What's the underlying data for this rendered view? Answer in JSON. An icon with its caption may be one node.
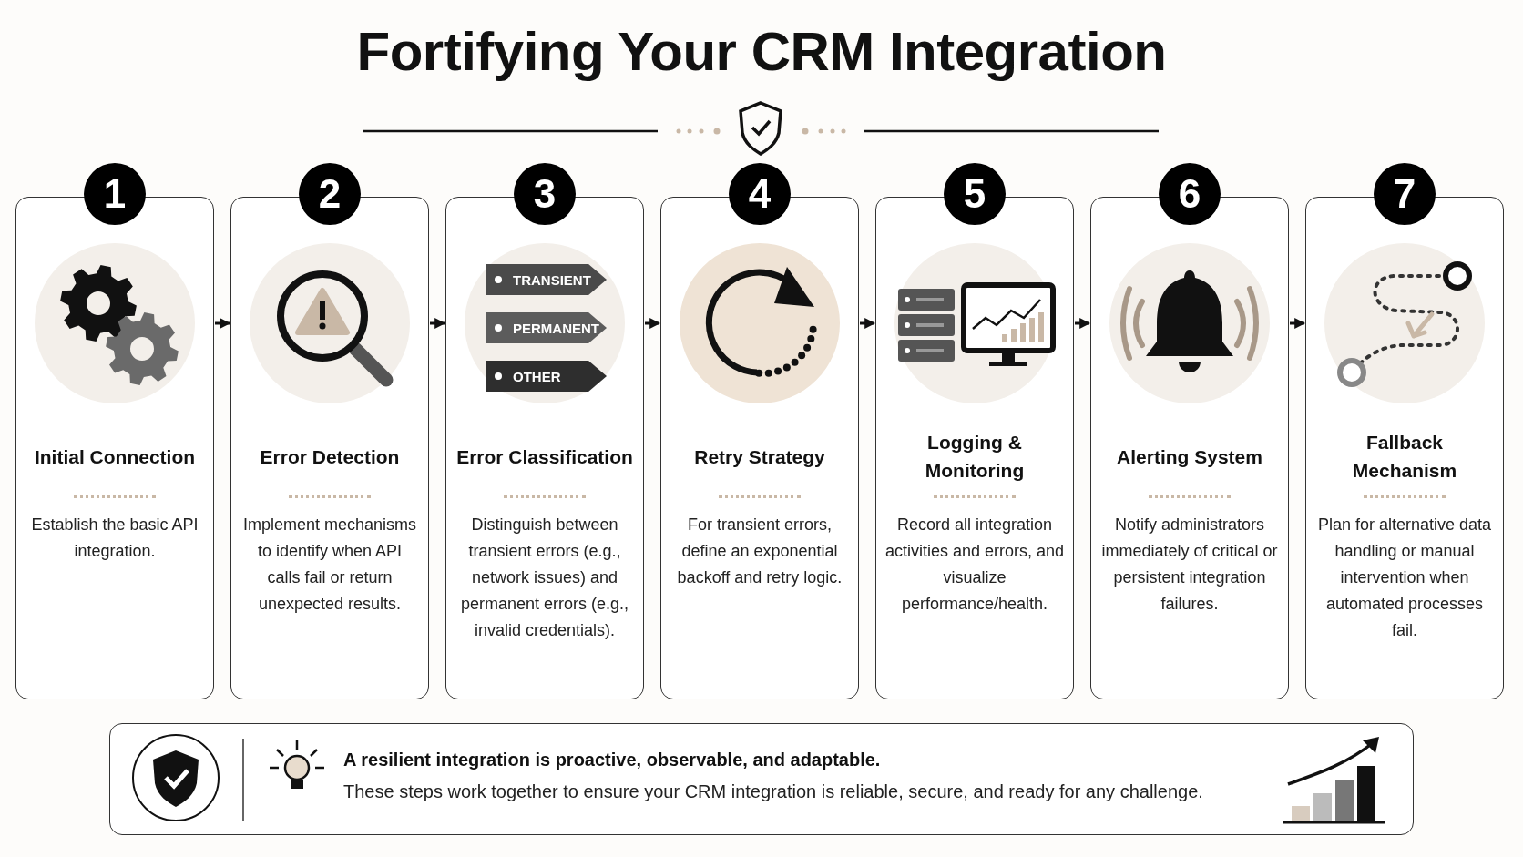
{
  "diagram": {
    "title": "Fortifying Your CRM Integration",
    "nodes": [
      {
        "text": [
          "1",
          "Initial Connection",
          "Establish the basic API integration."
        ]
      },
      {
        "text": [
          "2",
          "Error Detection",
          "Implement mechanisms to identify when API calls fail or return unexpected results."
        ]
      },
      {
        "text": [
          "3",
          "Error Classification",
          "Distinguish between transient errors (e.g., network issues) and permanent errors (e.g., invalid credentials)."
        ]
      },
      {
        "text": [
          "4",
          "Retry Strategy",
          "For transient errors, define an exponential backoff and retry logic."
        ]
      },
      {
        "text": [
          "5",
          "Logging & Monitoring",
          "Record all integration activities and errors, and visualize performance/health."
        ]
      },
      {
        "text": [
          "6",
          "Alerting System",
          "Notify administrators immediately of critical or persistent integration failures."
        ]
      },
      {
        "text": [
          "7",
          "Fallback Mechanism",
          "Plan for alternative data handling or manual intervention when automated processes fail."
        ]
      },
      {
        "text": [
          "TRANSIENT"
        ],
        "in": 2
      },
      {
        "text": [
          "PERMANENT"
        ],
        "in": 2
      },
      {
        "text": [
          "OTHER"
        ],
        "in": 2
      },
      {
        "text": [
          "A resilient integration is proactive, observable, and adaptable.",
          "These steps work together to ensure your CRM integration is reliable, secure, and ready for any challenge."
        ]
      }
    ],
    "edges": [
      {
        "from": 0,
        "to": 1,
        "arrow": "to"
      },
      {
        "from": 1,
        "to": 2,
        "arrow": "to"
      },
      {
        "from": 2,
        "to": 3,
        "arrow": "to"
      },
      {
        "from": 3,
        "to": 4,
        "arrow": "to"
      },
      {
        "from": 4,
        "to": 5,
        "arrow": "to"
      },
      {
        "from": 5,
        "to": 6,
        "arrow": "to"
      }
    ]
  }
}
